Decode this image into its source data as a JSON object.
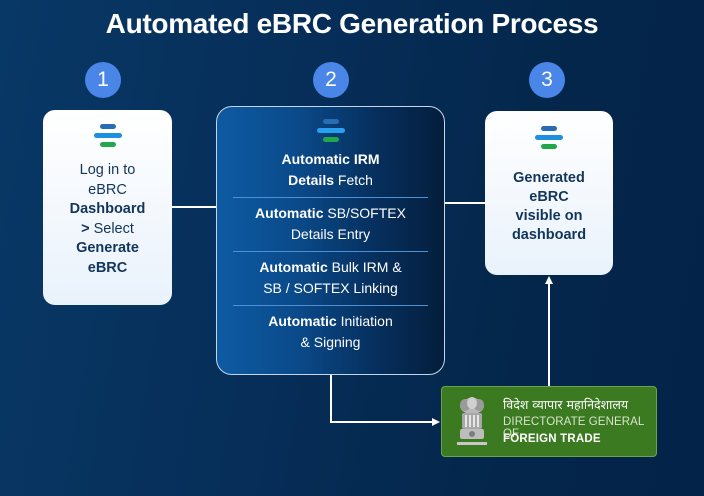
{
  "title": "Automated eBRC Generation Process",
  "steps": [
    {
      "number": "1",
      "lines": [
        [
          {
            "text": "Log in to",
            "bold": false
          }
        ],
        [
          {
            "text": "eBRC",
            "bold": false
          }
        ],
        [
          {
            "text": "Dashboard",
            "bold": true
          }
        ],
        [
          {
            "text": ">",
            "bold": true
          },
          {
            "text": " Select",
            "bold": false
          }
        ],
        [
          {
            "text": "Generate",
            "bold": true
          }
        ],
        [
          {
            "text": "eBRC",
            "bold": true
          }
        ]
      ]
    },
    {
      "number": "2",
      "substeps": [
        {
          "line1_bold": "Automatic IRM",
          "line1_rest": "",
          "line2_bold": "Details",
          "line2_rest": " Fetch"
        },
        {
          "line1_bold": "Automatic",
          "line1_rest": " SB/SOFTEX",
          "line2_bold": "",
          "line2_rest": "Details Entry"
        },
        {
          "line1_bold": "Automatic",
          "line1_rest": " Bulk IRM &",
          "line2_bold": "",
          "line2_rest": "SB / SOFTEX Linking"
        },
        {
          "line1_bold": "Automatic",
          "line1_rest": " Initiation",
          "line2_bold": "",
          "line2_rest": "& Signing"
        }
      ]
    },
    {
      "number": "3",
      "lines": [
        "Generated",
        "eBRC",
        "visible on",
        "dashboard"
      ]
    }
  ],
  "dgft": {
    "hindi": "विदेश व्यापार महानिदेशालय",
    "english_line1": "DIRECTORATE GENERAL OF",
    "english_line2": "FOREIGN TRADE",
    "emblem_icon": "national-emblem-icon",
    "background_color": "#3b7a20"
  },
  "colors": {
    "badge": "#4a86e8",
    "card_text": "#12355b",
    "logo_bars": [
      "#2a6cb3",
      "#1f8fe0",
      "#22a84a"
    ]
  }
}
